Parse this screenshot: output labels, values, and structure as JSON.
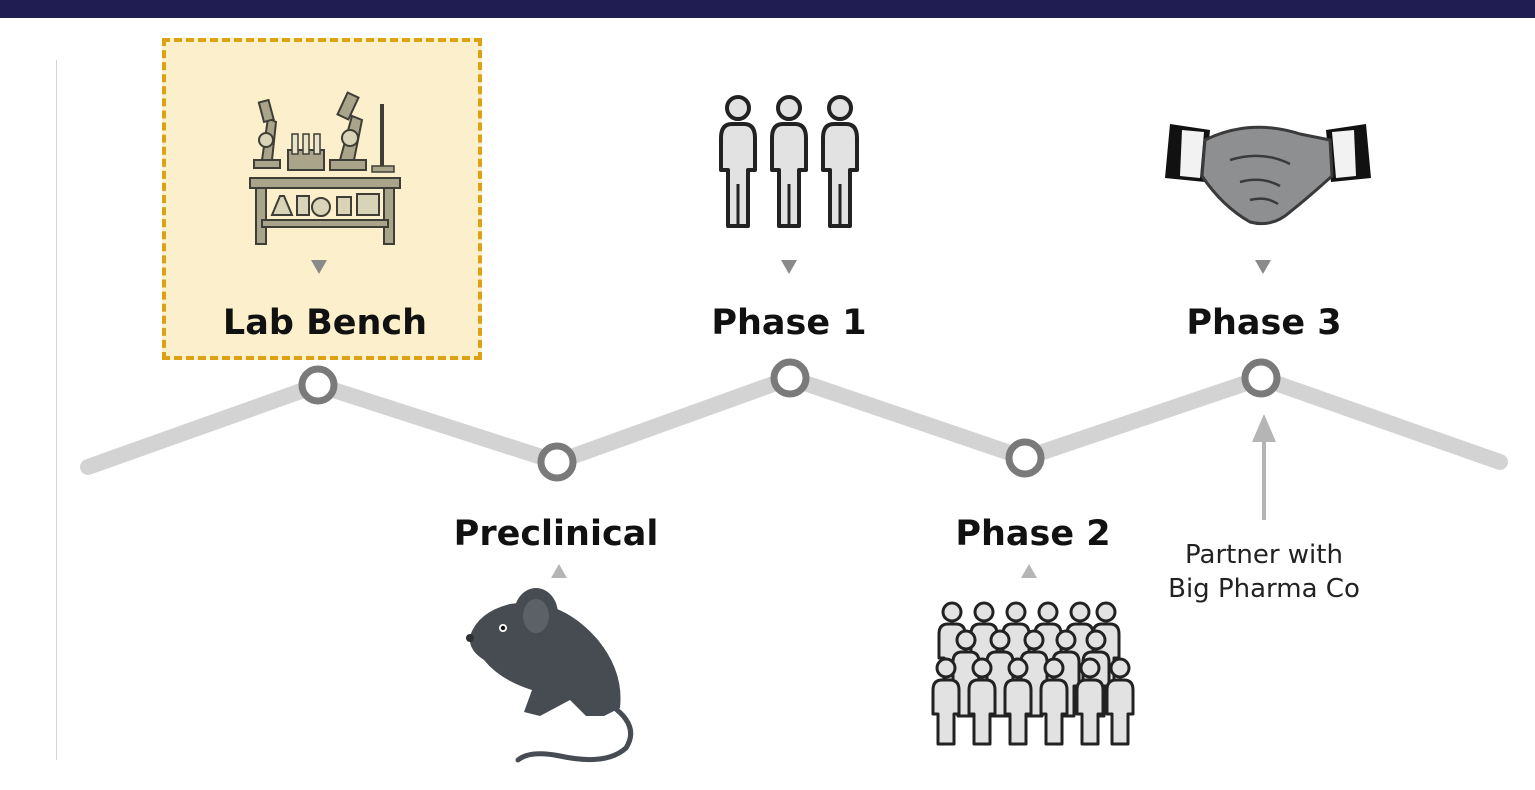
{
  "stages": [
    {
      "id": "lab-bench",
      "label": "Lab Bench",
      "icon": "lab-bench-icon",
      "highlighted": true
    },
    {
      "id": "preclinical",
      "label": "Preclinical",
      "icon": "mouse-icon",
      "highlighted": false
    },
    {
      "id": "phase-1",
      "label": "Phase 1",
      "icon": "three-people-icon",
      "highlighted": false
    },
    {
      "id": "phase-2",
      "label": "Phase 2",
      "icon": "crowd-icon",
      "highlighted": false
    },
    {
      "id": "phase-3",
      "label": "Phase 3",
      "icon": "handshake-icon",
      "highlighted": false
    }
  ],
  "annotation": {
    "line1": "Partner with",
    "line2": "Big Pharma Co"
  },
  "colors": {
    "header_bar": "#1f1d52",
    "highlight_fill": "#fbefcc",
    "highlight_border": "#dca214",
    "track": "#d3d3d3",
    "node_ring": "#7a7a7a",
    "text": "#111111"
  }
}
